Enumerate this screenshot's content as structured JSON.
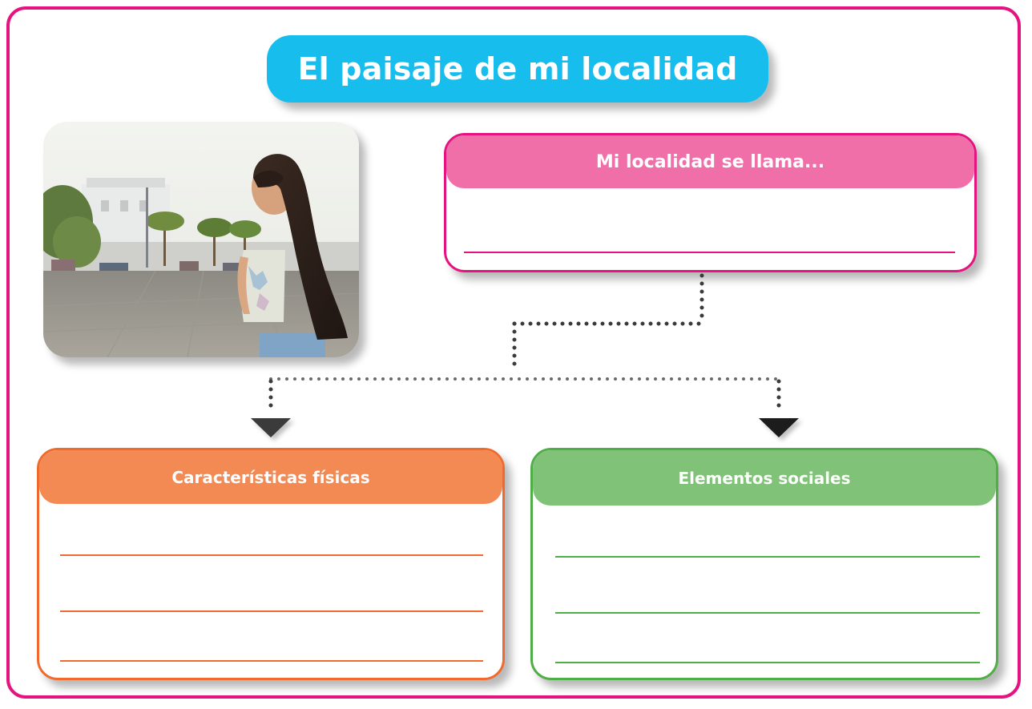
{
  "title": "El paisaje de mi localidad",
  "locality_card": {
    "header": "Mi localidad se llama..."
  },
  "physical_card": {
    "header": "Características físicas"
  },
  "social_card": {
    "header": "Elementos sociales"
  },
  "colors": {
    "frame": "#e5127f",
    "title_bg": "#17bdec",
    "locality_header": "#f06fa8",
    "physical_header": "#f38a54",
    "physical_border": "#ef6a2c",
    "social_header": "#80c277",
    "social_border": "#4fae45",
    "connector": "#3a3a3a"
  },
  "photo": {
    "subject": "girl-in-town-plaza-photo"
  }
}
